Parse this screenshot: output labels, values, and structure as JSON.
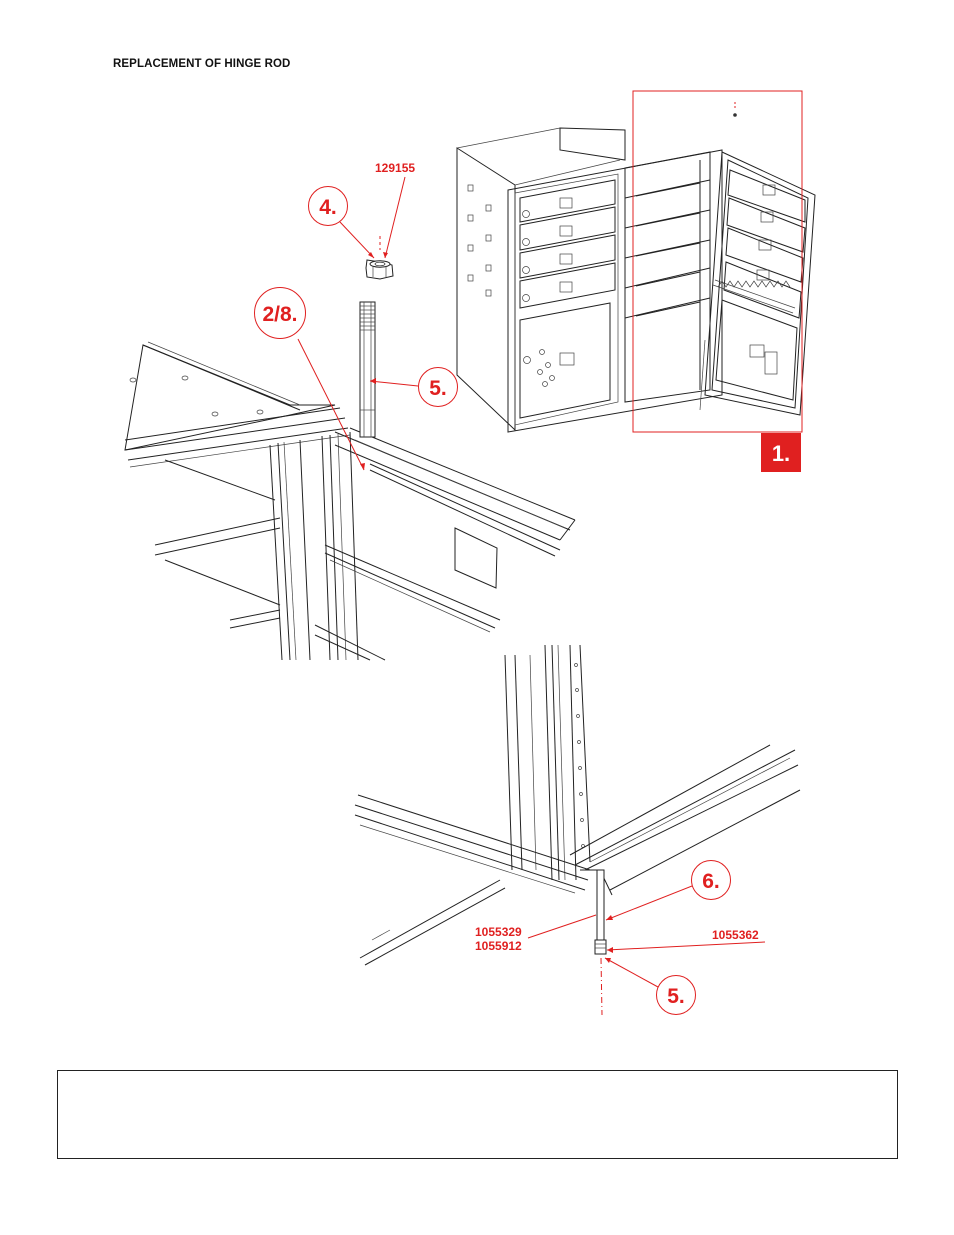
{
  "title": "REPLACEMENT OF HINGE ROD",
  "callouts": {
    "c1": "1.",
    "c2_8": "2/8.",
    "c4": "4.",
    "c5_upper": "5.",
    "c5_lower": "5.",
    "c6": "6."
  },
  "part_numbers": {
    "nut": "129155",
    "rod_a": "1055329",
    "rod_b": "1055912",
    "bottom": "1055362"
  },
  "colors": {
    "accent": "#e02020",
    "line": "#222222"
  },
  "note_box": {
    "text": ""
  }
}
